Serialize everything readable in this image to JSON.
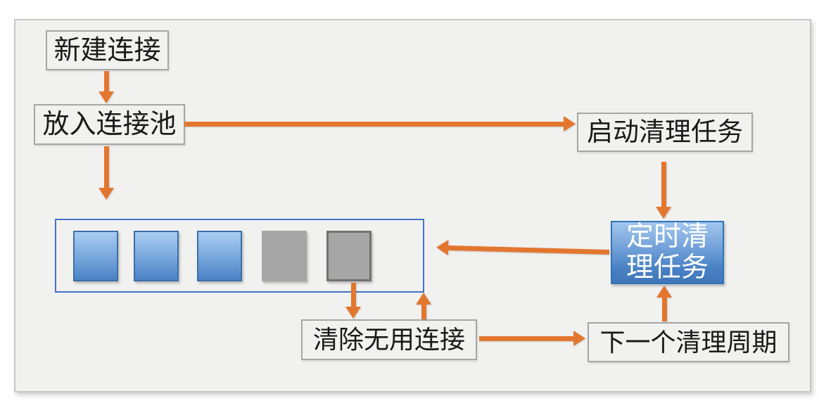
{
  "diagram": {
    "colors": {
      "arrow_orange": "#e3762f",
      "pool_border_blue": "#4472c4",
      "active_slot_blue": "#4a82c6",
      "idle_slot_gray": "#a6a6a6",
      "frame_background": "#f1f1f0",
      "scheduled_box_blue": "#3e76b8"
    },
    "nodes": {
      "new_connection": {
        "label": "新建连接"
      },
      "put_into_pool": {
        "label": "放入连接池"
      },
      "start_cleanup_task": {
        "label": "启动清理任务"
      },
      "scheduled_cleanup_task": {
        "label": "定时清\n理任务"
      },
      "remove_unused_connections": {
        "label": "清除无用连接"
      },
      "next_cleanup_cycle": {
        "label": "下一个清理周期"
      }
    },
    "pool": {
      "slots": [
        {
          "state": "active"
        },
        {
          "state": "active"
        },
        {
          "state": "active"
        },
        {
          "state": "idle"
        },
        {
          "state": "idle-bordered"
        }
      ]
    }
  }
}
